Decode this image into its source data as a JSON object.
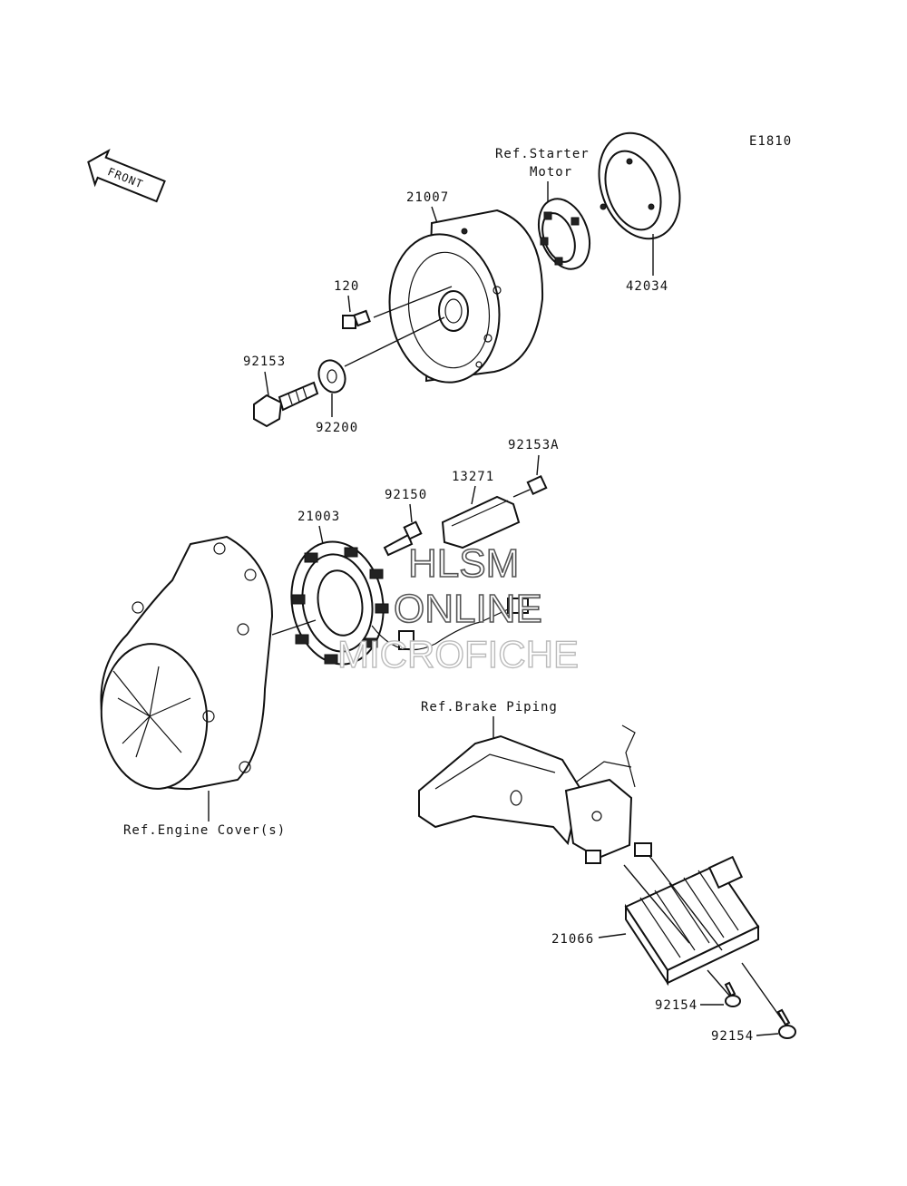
{
  "diagram": {
    "code": "E1810",
    "front_label": "FRONT",
    "refs": {
      "starter_line1": "Ref.Starter",
      "starter_line2": "Motor",
      "brake": "Ref.Brake Piping",
      "engine_cover": "Ref.Engine Cover(s)"
    },
    "parts": {
      "flywheel": "21007",
      "clutch_ring": "42034",
      "small_bolt": "120",
      "flange_bolt": "92153",
      "washer": "92200",
      "stator_bolt_a": "92153A",
      "plate": "13271",
      "stator_bolt": "92150",
      "stator": "21003",
      "regulator": "21066",
      "reg_bolt_1": "92154",
      "reg_bolt_2": "92154"
    },
    "watermark": {
      "line1": "HLSM",
      "line2": "ONLINE",
      "line3": "MICROFICHE"
    }
  }
}
